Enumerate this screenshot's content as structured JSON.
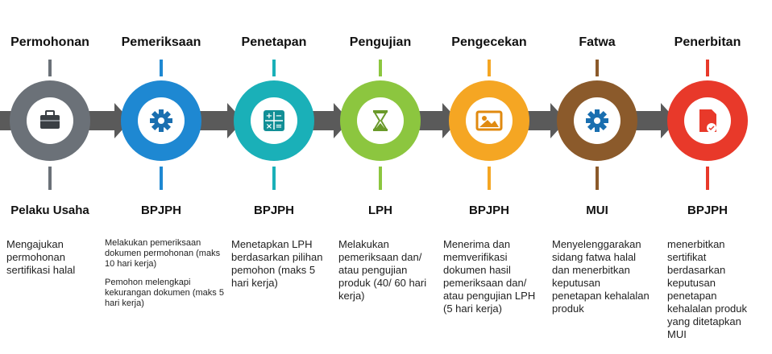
{
  "colors": {
    "track": "#5a5a5a",
    "stages": [
      "#6b7178",
      "#1e88d2",
      "#1ab0b8",
      "#8cc63f",
      "#f5a623",
      "#8b5a2b",
      "#e8392a"
    ]
  },
  "stages": [
    {
      "title": "Permohonan",
      "icon": "briefcase-icon",
      "actor": "Pelaku Usaha",
      "desc": [
        "Mengajukan permohonan sertifikasi halal"
      ]
    },
    {
      "title": "Pemeriksaan",
      "icon": "gear-icon",
      "actor": "BPJPH",
      "desc": [
        "Melakukan pemeriksaan dokumen permohonan (maks 10 hari kerja)",
        "Pemohon melengkapi kekurangan dokumen (maks 5 hari kerja)"
      ]
    },
    {
      "title": "Penetapan",
      "icon": "calculator-icon",
      "actor": "BPJPH",
      "desc": [
        "Menetapkan LPH berdasarkan pilihan pemohon (maks 5 hari kerja)"
      ]
    },
    {
      "title": "Pengujian",
      "icon": "hourglass-icon",
      "actor": "LPH",
      "desc": [
        "Melakukan pemeriksaan dan/ atau pengujian produk (40/ 60 hari kerja)"
      ]
    },
    {
      "title": "Pengecekan",
      "icon": "image-icon",
      "actor": "BPJPH",
      "desc": [
        "Menerima dan memverifikasi dokumen hasil pemeriksaan dan/ atau pengujian LPH (5 hari kerja)"
      ]
    },
    {
      "title": "Fatwa",
      "icon": "gear-icon",
      "actor": "MUI",
      "desc": [
        "Menyelenggarakan sidang fatwa halal dan menerbitkan keputusan penetapan kehalalan produk"
      ]
    },
    {
      "title": "Penerbitan",
      "icon": "certificate-document-icon",
      "actor": "BPJPH",
      "desc": [
        "menerbitkan sertifikat berdasarkan keputusan penetapan kehalalan produk yang ditetapkan MUI"
      ]
    }
  ]
}
